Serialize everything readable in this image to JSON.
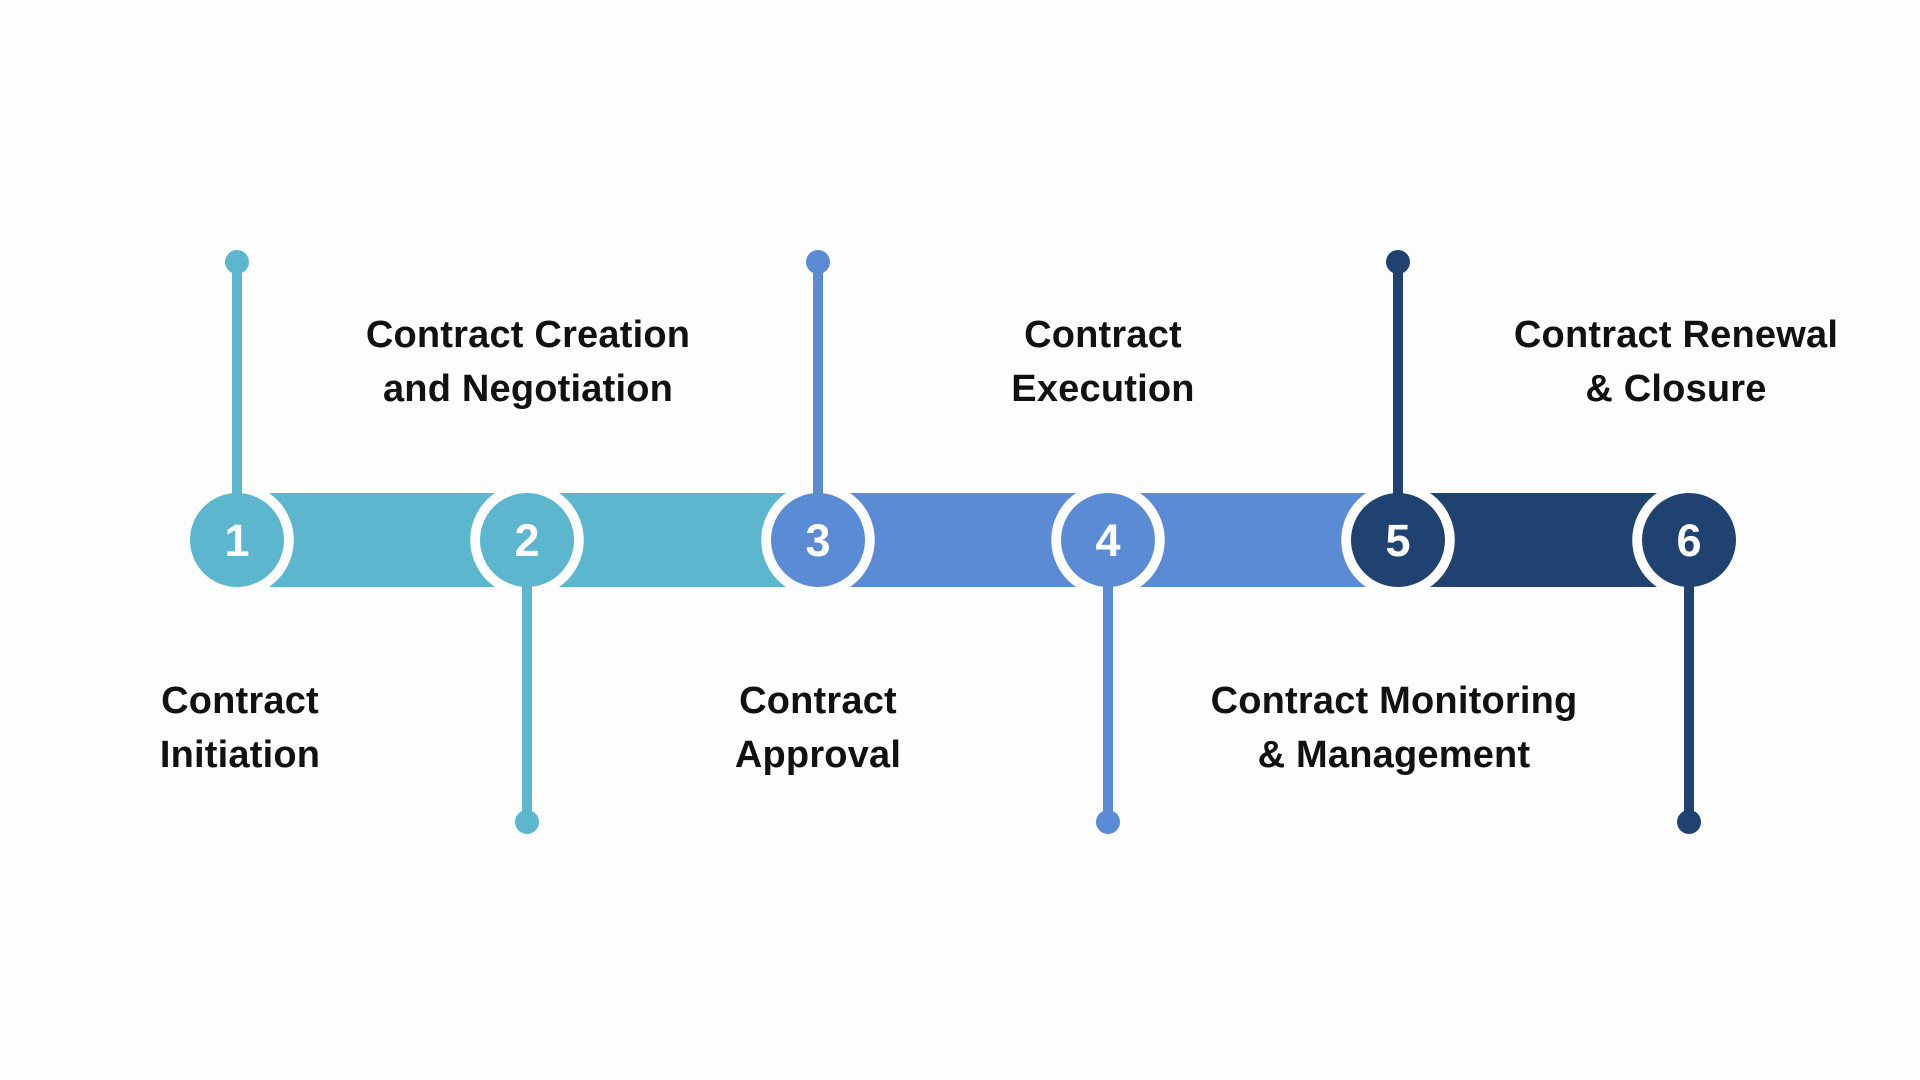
{
  "colors": {
    "teal": "#5CB7CE",
    "blue": "#5B8BD4",
    "navy": "#1F4270",
    "text": "#111111",
    "number_text": "#FFFFFF",
    "background": "#FDFDFD"
  },
  "steps": [
    {
      "number": "1",
      "label_line1": "Contract",
      "label_line2": "Initiation",
      "label_position": "below",
      "stem_direction": "up",
      "color": "teal"
    },
    {
      "number": "2",
      "label_line1": "Contract Creation",
      "label_line2": "and Negotiation",
      "label_position": "above",
      "stem_direction": "down",
      "color": "teal"
    },
    {
      "number": "3",
      "label_line1": "Contract",
      "label_line2": "Approval",
      "label_position": "below",
      "stem_direction": "up",
      "color": "blue"
    },
    {
      "number": "4",
      "label_line1": "Contract",
      "label_line2": "Execution",
      "label_position": "above",
      "stem_direction": "down",
      "color": "blue"
    },
    {
      "number": "5",
      "label_line1": "Contract Monitoring",
      "label_line2": "& Management",
      "label_position": "below",
      "stem_direction": "up",
      "color": "navy"
    },
    {
      "number": "6",
      "label_line1": "Contract Renewal",
      "label_line2": "& Closure",
      "label_position": "above",
      "stem_direction": "down",
      "color": "navy"
    }
  ]
}
